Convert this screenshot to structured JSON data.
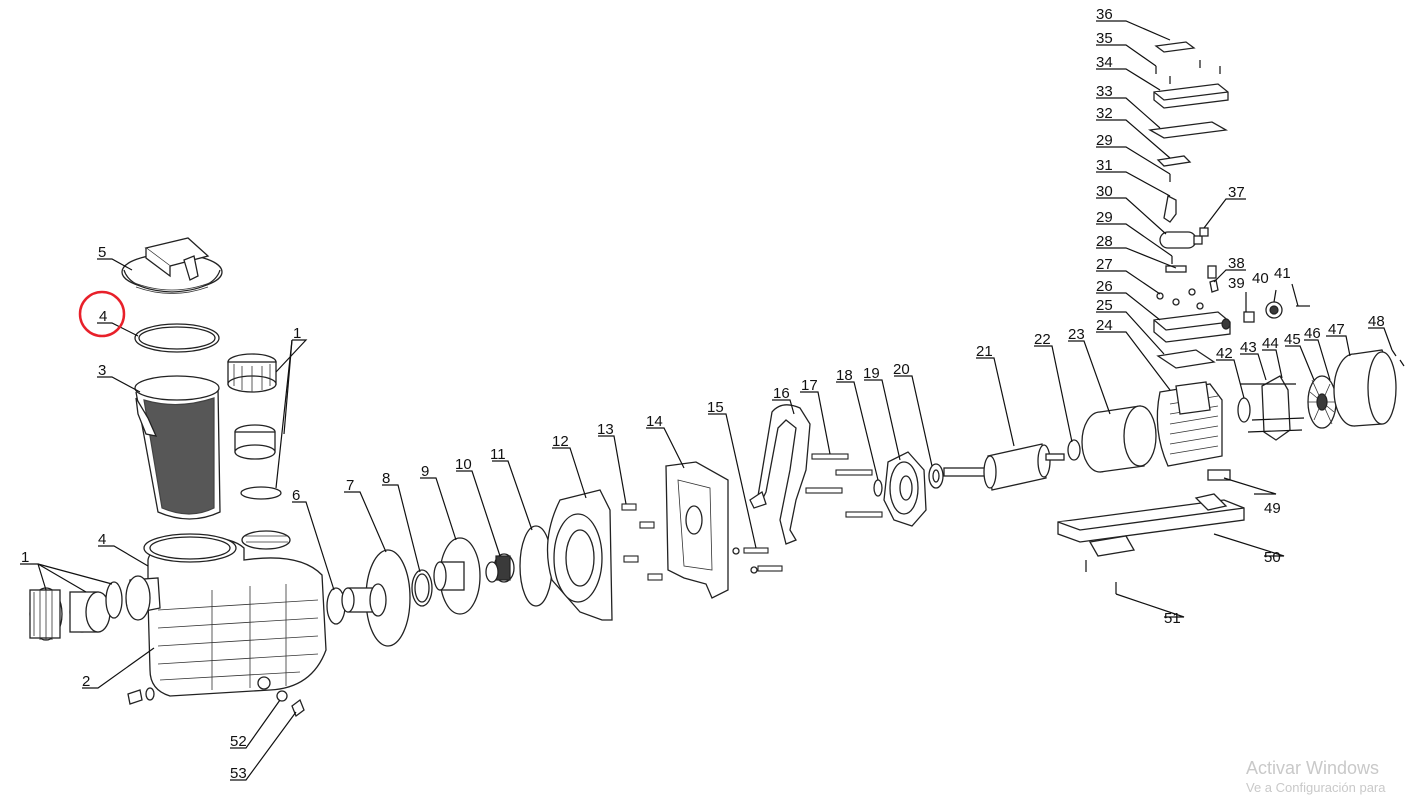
{
  "diagram": {
    "part_labels": [
      "36",
      "35",
      "34",
      "33",
      "32",
      "29",
      "31",
      "30",
      "37",
      "29",
      "28",
      "38",
      "27",
      "39",
      "40",
      "41",
      "26",
      "25",
      "24",
      "23",
      "22",
      "21",
      "42",
      "43",
      "44",
      "45",
      "46",
      "47",
      "48",
      "5",
      "4",
      "1",
      "3",
      "6",
      "7",
      "8",
      "9",
      "10",
      "11",
      "12",
      "13",
      "14",
      "15",
      "16",
      "17",
      "18",
      "19",
      "20",
      "49",
      "50",
      "51",
      "1",
      "4",
      "2",
      "52",
      "53"
    ],
    "highlighted_label": "4",
    "highlight_color": "#e8202a"
  },
  "watermark": {
    "title": "Activar Windows",
    "subtitle": "Ve a Configuración para"
  }
}
